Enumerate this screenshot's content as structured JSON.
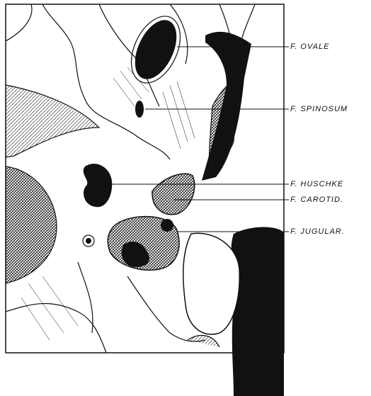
{
  "labels": {
    "ovale": "F. OVALE",
    "spinosum": "F. SPINOSUM",
    "huschke": "F. HUSCHKE",
    "carotid": "F. CAROTID.",
    "jugular": "F. JUGULAR."
  },
  "colors": {
    "ink": "#111111",
    "paper": "#ffffff"
  }
}
